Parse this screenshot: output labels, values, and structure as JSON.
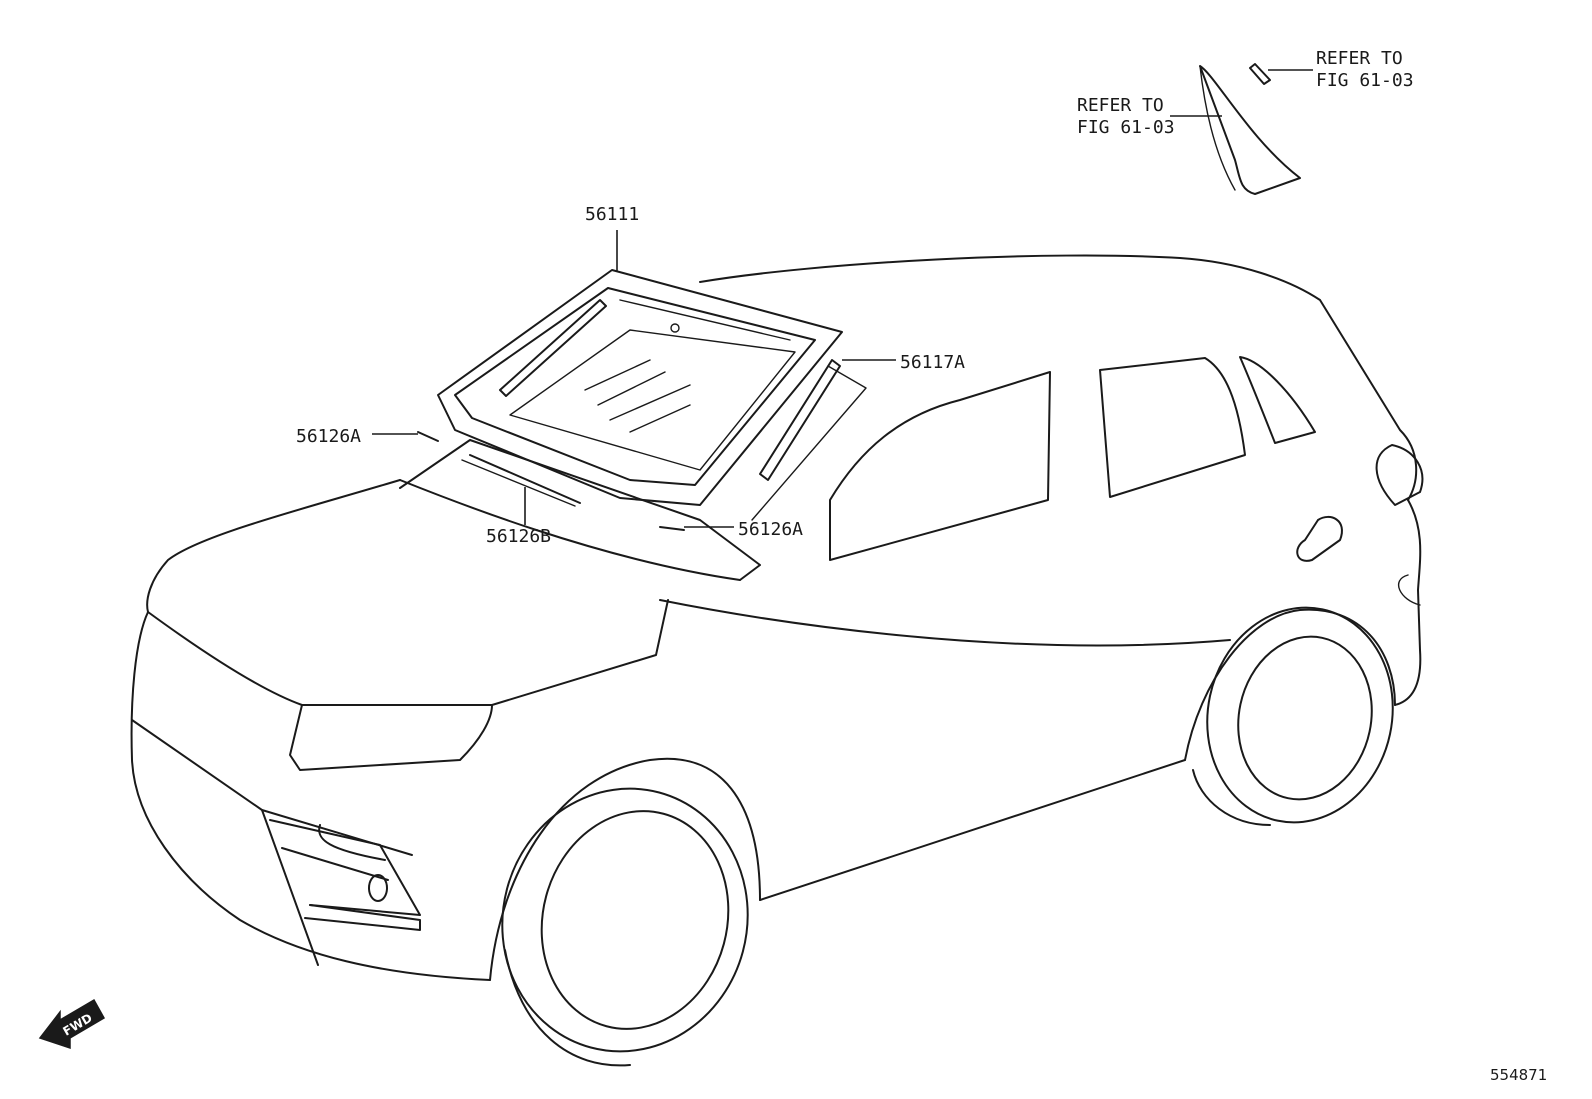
{
  "parts": [
    {
      "id": "p56111",
      "label": "56111"
    },
    {
      "id": "p56117A",
      "label": "56117A"
    },
    {
      "id": "p56126A_left",
      "label": "56126A"
    },
    {
      "id": "p56126A_right",
      "label": "56126A"
    },
    {
      "id": "p56126B",
      "label": "56126B"
    }
  ],
  "refs": [
    {
      "id": "ref1",
      "line1": "REFER TO",
      "line2": "FIG 61-03"
    },
    {
      "id": "ref2",
      "line1": "REFER TO",
      "line2": "FIG 61-03"
    }
  ],
  "fwd_label": "FWD",
  "illustration_number": "554871"
}
